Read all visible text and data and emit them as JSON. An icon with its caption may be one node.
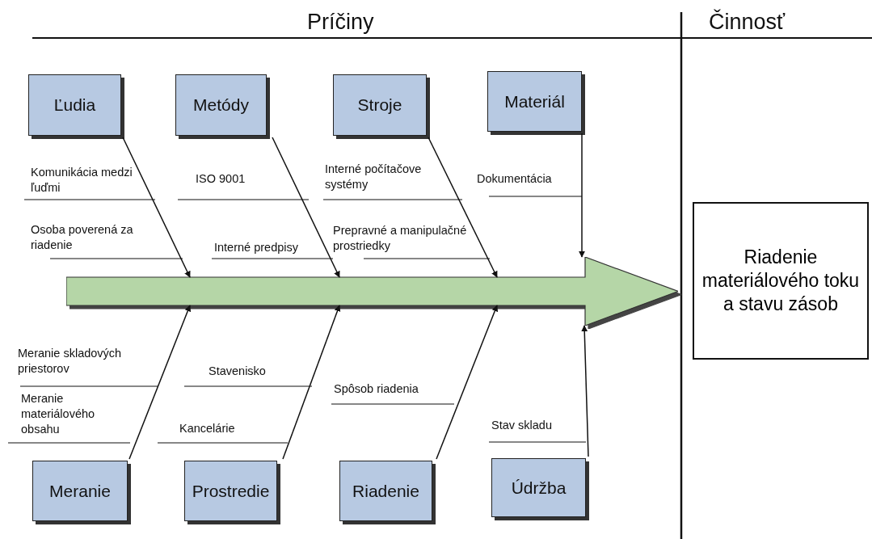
{
  "diagram": {
    "nodes": [
      {
        "text": [
          "Ľudia"
        ]
      },
      {
        "text": [
          "Metódy"
        ]
      },
      {
        "text": [
          "Stroje"
        ]
      },
      {
        "text": [
          "Materiál"
        ]
      },
      {
        "text": [],
        "shape": "arrow"
      },
      {
        "text": [
          "Riadenie materiálového toku a stavu zásob"
        ]
      },
      {
        "text": [
          "Meranie"
        ]
      },
      {
        "text": [
          "Prostredie"
        ]
      },
      {
        "text": [
          "Riadenie"
        ]
      },
      {
        "text": [
          "Údržba"
        ]
      }
    ],
    "edges": [
      {
        "from": 0,
        "to": 4,
        "arrow": "to"
      },
      {
        "from": 1,
        "to": 4,
        "arrow": "to"
      },
      {
        "from": 2,
        "to": 4,
        "arrow": "to"
      },
      {
        "from": 3,
        "to": 4,
        "arrow": "to"
      },
      {
        "from": 6,
        "to": 4,
        "arrow": "to"
      },
      {
        "from": 7,
        "to": 4,
        "arrow": "to"
      },
      {
        "from": 8,
        "to": 4,
        "arrow": "to"
      },
      {
        "from": 9,
        "to": 4,
        "arrow": "to"
      }
    ],
    "labels": [
      "Príčiny",
      "Činnosť",
      "Komunikácia medzi ľuďmi",
      "ISO 9001",
      "Interné počítačove systémy",
      "Dokumentácia",
      "Osoba poverená za riadenie",
      "Interné predpisy",
      "Prepravné a manipulačné prostriedky",
      "Meranie skladových priestorov",
      "Stavenisko",
      "Spôsob riadenia",
      "Meranie materiálového obsahu",
      "Kancelárie",
      "Stav skladu"
    ]
  }
}
